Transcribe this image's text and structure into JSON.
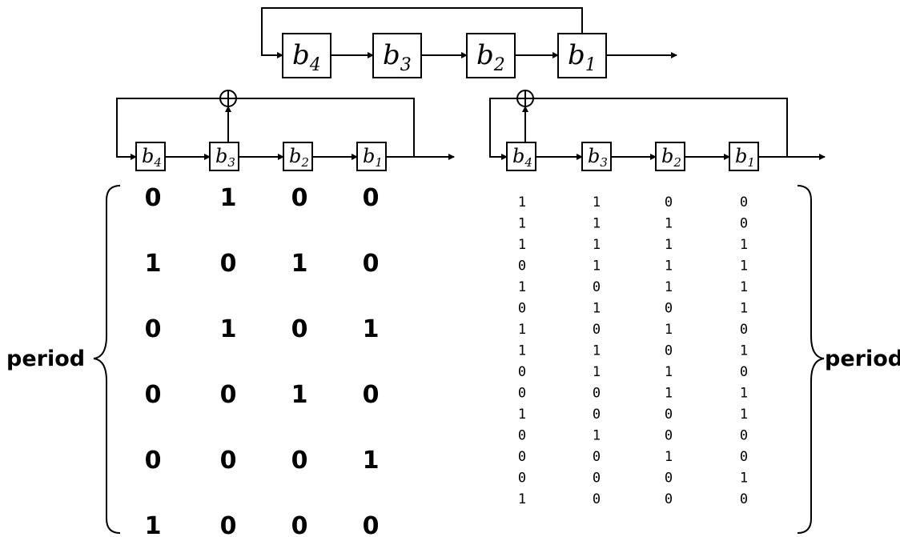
{
  "top_register": {
    "cells": [
      {
        "var": "b",
        "sub": "4"
      },
      {
        "var": "b",
        "sub": "3"
      },
      {
        "var": "b",
        "sub": "2"
      },
      {
        "var": "b",
        "sub": "1"
      }
    ]
  },
  "left_register": {
    "cells": [
      {
        "var": "b",
        "sub": "4"
      },
      {
        "var": "b",
        "sub": "3"
      },
      {
        "var": "b",
        "sub": "2"
      },
      {
        "var": "b",
        "sub": "1"
      }
    ],
    "xor_symbol": "⊕",
    "period_label": "period",
    "rows": [
      [
        "0",
        "1",
        "0",
        "0"
      ],
      [
        "1",
        "0",
        "1",
        "0"
      ],
      [
        "0",
        "1",
        "0",
        "1"
      ],
      [
        "0",
        "0",
        "1",
        "0"
      ],
      [
        "0",
        "0",
        "0",
        "1"
      ],
      [
        "1",
        "0",
        "0",
        "0"
      ]
    ]
  },
  "right_register": {
    "cells": [
      {
        "var": "b",
        "sub": "4"
      },
      {
        "var": "b",
        "sub": "3"
      },
      {
        "var": "b",
        "sub": "2"
      },
      {
        "var": "b",
        "sub": "1"
      }
    ],
    "xor_symbol": "⊕",
    "period_label": "period",
    "rows": [
      [
        "1",
        "1",
        "0",
        "0"
      ],
      [
        "1",
        "1",
        "1",
        "0"
      ],
      [
        "1",
        "1",
        "1",
        "1"
      ],
      [
        "0",
        "1",
        "1",
        "1"
      ],
      [
        "1",
        "0",
        "1",
        "1"
      ],
      [
        "0",
        "1",
        "0",
        "1"
      ],
      [
        "1",
        "0",
        "1",
        "0"
      ],
      [
        "1",
        "1",
        "0",
        "1"
      ],
      [
        "0",
        "1",
        "1",
        "0"
      ],
      [
        "0",
        "0",
        "1",
        "1"
      ],
      [
        "1",
        "0",
        "0",
        "1"
      ],
      [
        "0",
        "1",
        "0",
        "0"
      ],
      [
        "0",
        "0",
        "1",
        "0"
      ],
      [
        "0",
        "0",
        "0",
        "1"
      ],
      [
        "1",
        "0",
        "0",
        "0"
      ]
    ]
  }
}
